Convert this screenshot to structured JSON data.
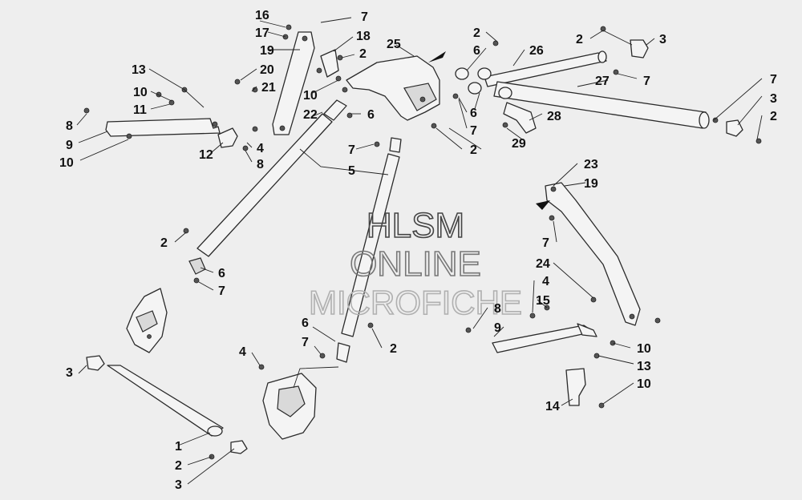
{
  "watermark": {
    "line1": "HLSM",
    "line2": "ONLINE",
    "line3": "MICROFICHE"
  },
  "callouts": [
    "1",
    "2",
    "3",
    "4",
    "5",
    "6",
    "7",
    "8",
    "9",
    "10",
    "11",
    "12",
    "13",
    "14",
    "15",
    "16",
    "17",
    "18",
    "19",
    "20",
    "21",
    "22",
    "23",
    "24",
    "25",
    "26",
    "27",
    "28",
    "29"
  ]
}
